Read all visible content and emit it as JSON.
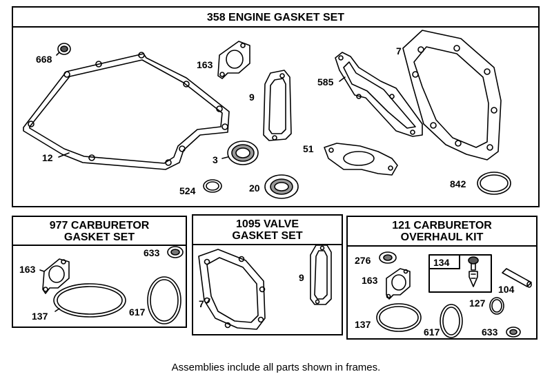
{
  "frames": {
    "engine": {
      "title": "358 ENGINE GASKET SET",
      "labels": {
        "p668": "668",
        "p163": "163",
        "p9": "9",
        "p585": "585",
        "p7": "7",
        "p12": "12",
        "p3": "3",
        "p51": "51",
        "p524": "524",
        "p20": "20",
        "p842": "842"
      }
    },
    "carb": {
      "title": "977 CARBURETOR\nGASKET SET",
      "labels": {
        "p163": "163",
        "p633": "633",
        "p137": "137",
        "p617": "617"
      }
    },
    "valve": {
      "title": "1095 VALVE\nGASKET SET",
      "labels": {
        "p9": "9",
        "p7": "7"
      }
    },
    "overhaul": {
      "title": "121 CARBURETOR\nOVERHAUL KIT",
      "labels": {
        "p276": "276",
        "p134": "134",
        "p163": "163",
        "p104": "104",
        "p127": "127",
        "p137": "137",
        "p617": "617",
        "p633": "633"
      }
    }
  },
  "footer": "Assemblies include all parts shown in frames."
}
